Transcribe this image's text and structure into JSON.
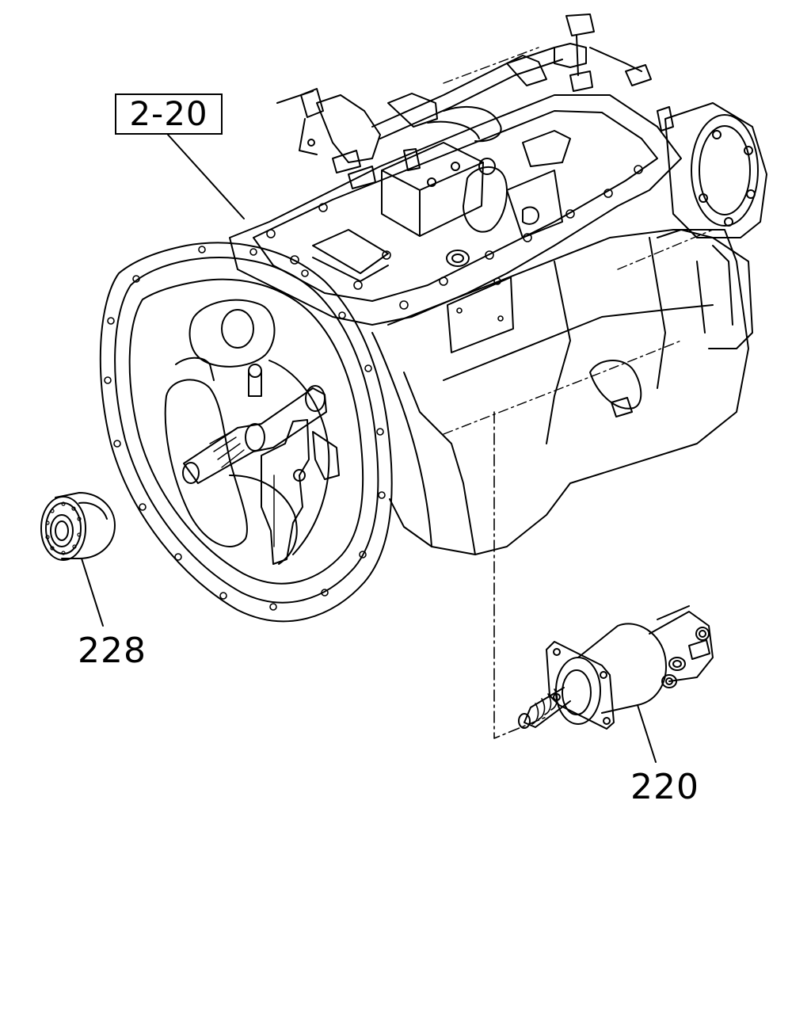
{
  "callouts": {
    "assembly_ref": "2-20",
    "bearing_part": "228",
    "booster_part": "220"
  },
  "colors": {
    "line": "#000000",
    "background": "#ffffff"
  }
}
